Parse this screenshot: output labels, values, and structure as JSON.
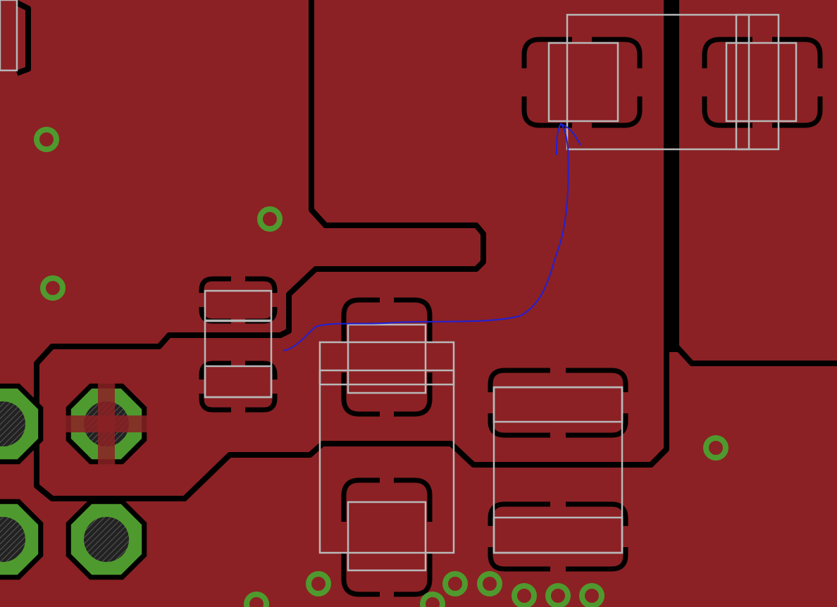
{
  "colors": {
    "copper": "#8b2124",
    "clearance": "#000000",
    "via": "#4f9a2e",
    "silkscreen": "#b8b8b8",
    "airwire": "#2020d8",
    "pad_hatch": "#1a1a1a"
  },
  "elements": {
    "copper_pour": "copper-pour",
    "vias": "vias",
    "smd_pads": "smd-pads",
    "through_hole_pads": "through-hole-pads",
    "silkscreen_outlines": "silkscreen-outlines",
    "ratsnest": "ratsnest-airwire"
  }
}
